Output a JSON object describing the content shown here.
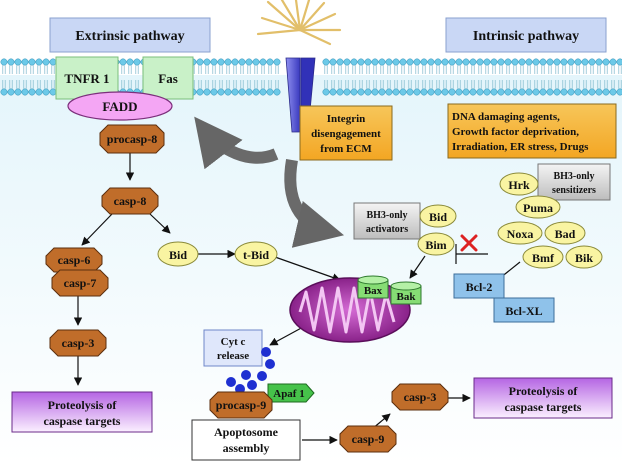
{
  "pathways": {
    "extrinsic": "Extrinsic pathway",
    "intrinsic": "Intrinsic pathway"
  },
  "receptors": {
    "tnfr1": "TNFR 1",
    "fas": "Fas"
  },
  "adaptor": "FADD",
  "extrinsic_chain": {
    "procasp8": "procasp-8",
    "casp8": "casp-8",
    "casp6": "casp-6",
    "casp7": "casp-7",
    "casp3": "casp-3",
    "outcome_line1": "Proteolysis of",
    "outcome_line2": "caspase targets"
  },
  "integrin": {
    "line1": "Integrin",
    "line2": "disengagement",
    "line3": "from ECM"
  },
  "stimuli": {
    "line1": "DNA damaging agents,",
    "line2": "Growth factor deprivation,",
    "line3": "Irradiation, ER stress, Drugs"
  },
  "bid": {
    "bid": "Bid",
    "tbid": "t-Bid"
  },
  "activators": {
    "label_line1": "BH3-only",
    "label_line2": "activators",
    "bid": "Bid",
    "bim": "Bim"
  },
  "sensitizers": {
    "label_line1": "BH3-only",
    "label_line2": "sensitizers",
    "hrk": "Hrk",
    "puma": "Puma",
    "noxa": "Noxa",
    "bad": "Bad",
    "bmf": "Bmf",
    "bik": "Bik"
  },
  "anti_apoptotic": {
    "bcl2": "Bcl-2",
    "bclxl": "Bcl-XL"
  },
  "mito_proteins": {
    "bax": "Bax",
    "bak": "Bak"
  },
  "cytc": {
    "line1": "Cyt c",
    "line2": "release"
  },
  "apaf1": "Apaf 1",
  "procasp9": "procasp-9",
  "apoptosome": {
    "line1": "Apoptosome",
    "line2": "assembly"
  },
  "intrinsic_chain": {
    "casp9": "casp-9",
    "casp3": "casp-3",
    "outcome_line1": "Proteolysis of",
    "outcome_line2": "caspase targets"
  },
  "colors": {
    "pathway_box": "#c9d7f5",
    "receptor_box": "#c9f1c8",
    "adaptor": "#f4a6f4",
    "caspase": "#c06d2a",
    "outcome_box": "#c77ee6",
    "bh3_oval": "#f9f4a2",
    "bcl_box": "#8fc2ea",
    "stimuli_box": "#f5b53a",
    "mito_outer": "#8e1a8e",
    "bax_bak": "#86dc74",
    "cytosol_top": "#e8f7fb",
    "cytosol_bottom": "#ffffff",
    "membrane_head": "#6cc9e8",
    "integrin": "#5b5bd6",
    "cytc_dots": "#1f30d1"
  }
}
